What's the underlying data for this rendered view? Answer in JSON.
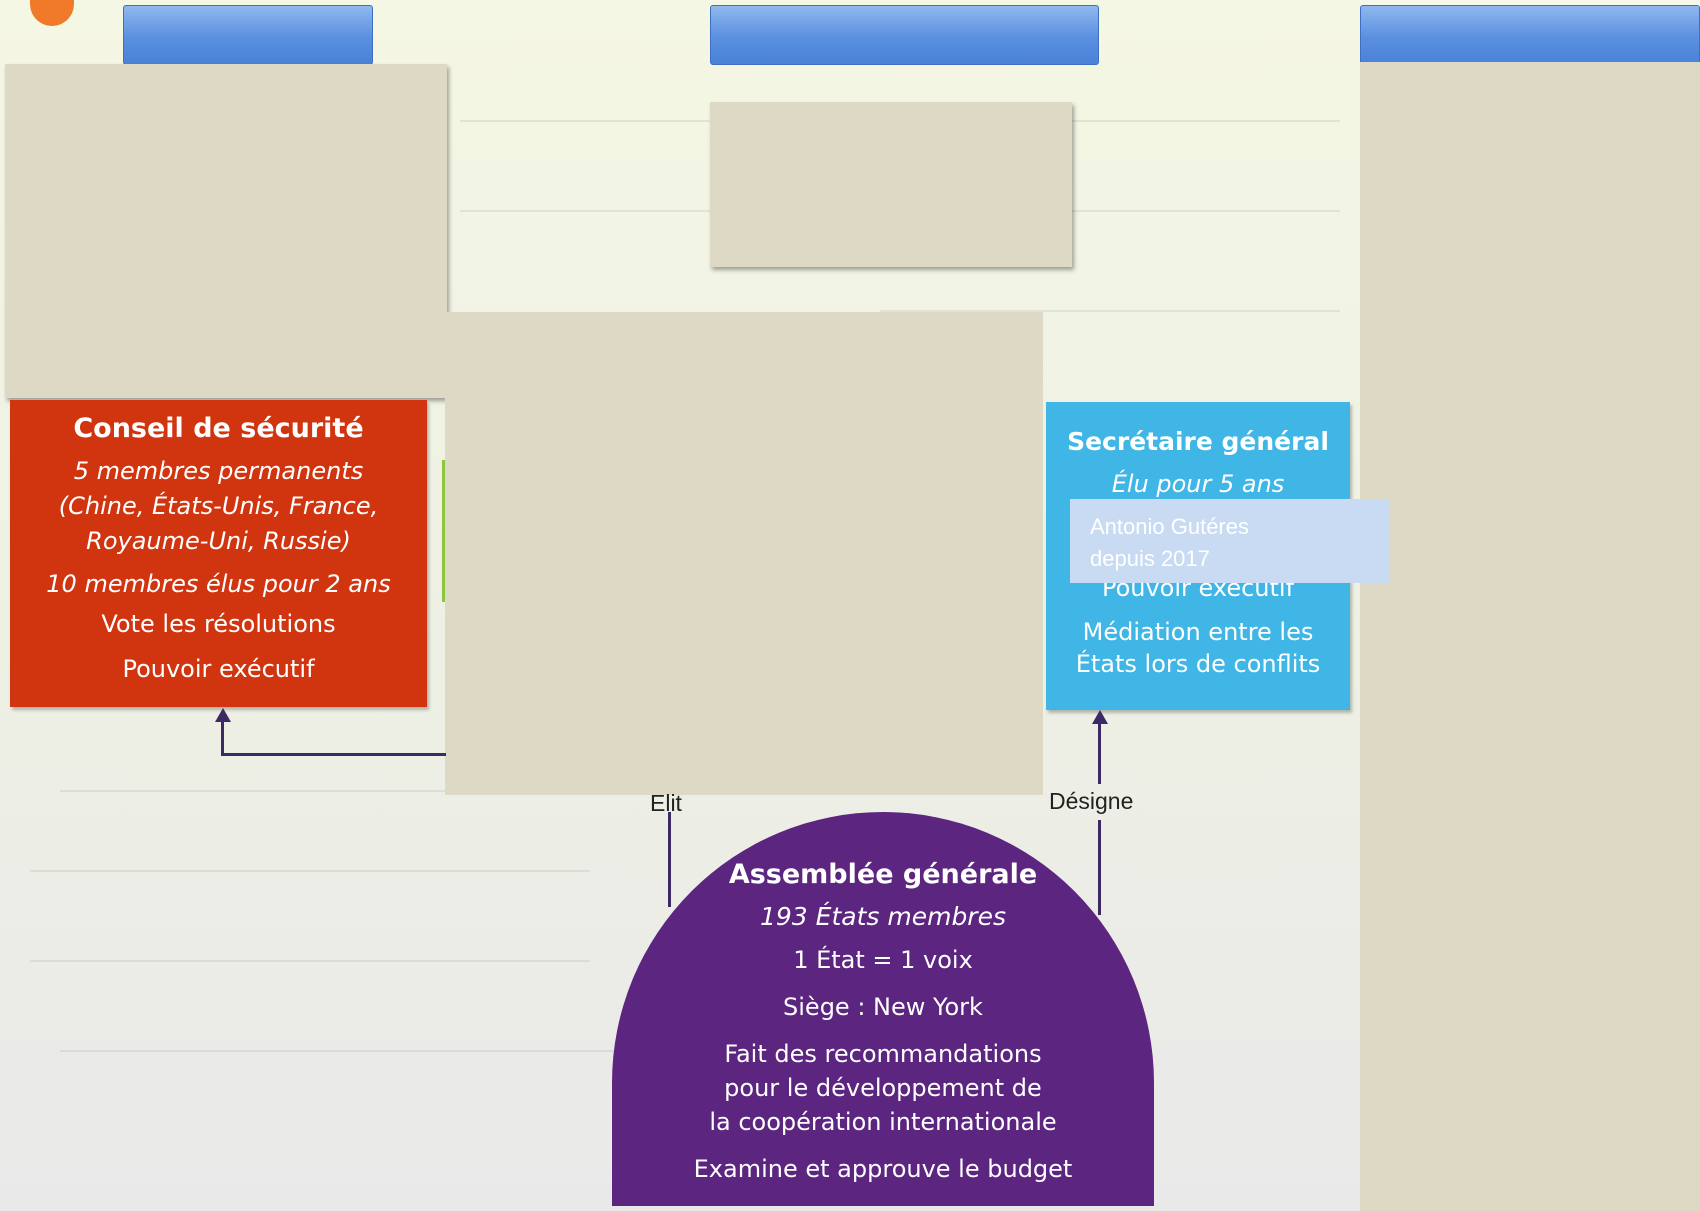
{
  "security_council": {
    "title": "Conseil de sécurité",
    "permanent": "5 membres permanents",
    "permanent_list_1": "(Chine, États-Unis, France,",
    "permanent_list_2": "Royaume-Uni, Russie)",
    "elected": "10 membres élus pour 2 ans",
    "role_1": "Vote les résolutions",
    "role_2": "Pouvoir exécutif"
  },
  "secretary_general": {
    "title": "Secrétaire général",
    "term": "Élu pour 5 ans",
    "role_1": "Pouvoir exécutif",
    "role_2a": "Médiation entre les",
    "role_2b": "États lors de conflits"
  },
  "note": {
    "line_1": "Antonio Gutéres",
    "line_2": "depuis 2017"
  },
  "labels": {
    "elit": "Elit",
    "designe": "Désigne"
  },
  "general_assembly": {
    "title": "Assemblée générale",
    "members": "193 États membres",
    "vote": "1 État = 1 voix",
    "seat": "Siège : New York",
    "role_1a": "Fait des recommandations",
    "role_1b": "pour le développement de",
    "role_1c": "la coopération internationale",
    "role_2": "Examine et approuve le budget"
  },
  "colors": {
    "security": "#d1350f",
    "secretary": "#3fb6e6",
    "assembly": "#5b2580",
    "blue_tab": "#5a8fe0",
    "beige": "#ddd9c4"
  }
}
